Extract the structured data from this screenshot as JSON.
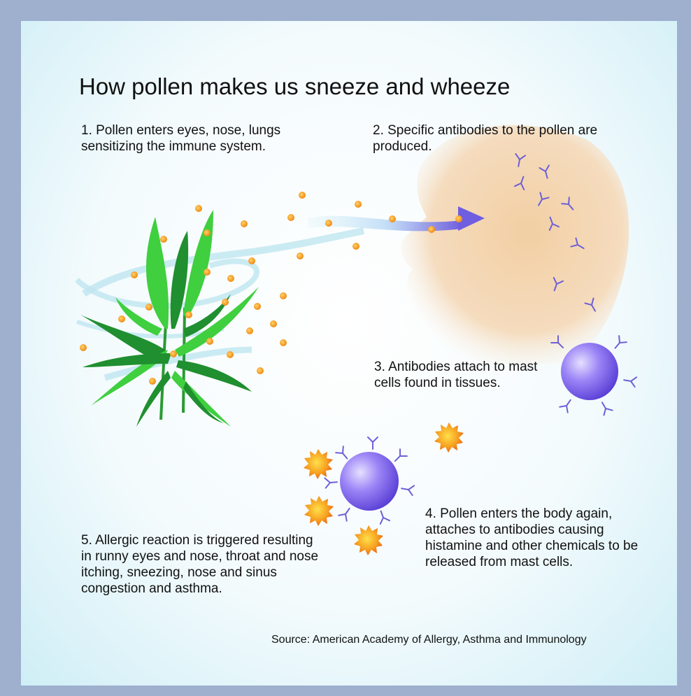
{
  "title": "How pollen makes us sneeze and wheeze",
  "steps": {
    "step1": "1. Pollen enters eyes, nose, lungs sensitizing the immune system.",
    "step2": "2. Specific antibodies to the pollen are produced.",
    "step3": "3. Antibodies attach to mast cells found in tissues.",
    "step4": "4. Pollen enters the body again, attaches to antibodies causing histamine and other chemicals to be released from mast cells.",
    "step5": "5. Allergic reaction is triggered resulting in runny eyes and nose, throat and nose itching, sneezing, nose and sinus congestion and asthma."
  },
  "source": "Source: American Academy of Allergy, Asthma and Immunology",
  "colors": {
    "frame": "#9eb0ce",
    "plant_light": "#3fcf3f",
    "plant_dark": "#1f8f2f",
    "pollen": "#f39a1e",
    "face": "#f2d3ab",
    "antibody": "#6e60d6",
    "mast_cell": "#8a72f0",
    "arrow": "#7b6ee0"
  },
  "icons": [
    "plant-icon",
    "pollen-grain-icon",
    "face-silhouette-icon",
    "antibody-icon",
    "mast-cell-icon",
    "spiky-pollen-icon",
    "airflow-arrow-icon"
  ]
}
